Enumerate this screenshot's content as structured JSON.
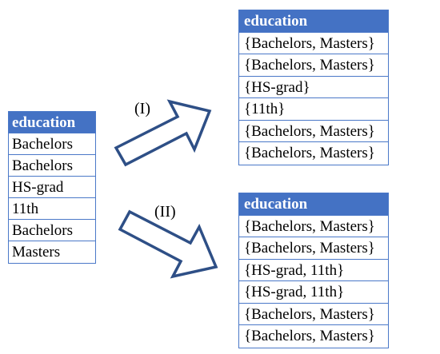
{
  "left_table": {
    "header": "education",
    "rows": [
      "Bachelors",
      "Bachelors",
      "HS-grad",
      "11th",
      "Bachelors",
      "Masters"
    ]
  },
  "arrow_labels": {
    "upper": "(I)",
    "lower": "(II)"
  },
  "top_table": {
    "header": "education",
    "rows": [
      "{Bachelors, Masters}",
      "{Bachelors, Masters}",
      "{HS-grad}",
      "{11th}",
      "{Bachelors, Masters}",
      "{Bachelors, Masters}"
    ]
  },
  "bottom_table": {
    "header": "education",
    "rows": [
      "{Bachelors, Masters}",
      "{Bachelors, Masters}",
      "{HS-grad, 11th}",
      "{HS-grad, 11th}",
      "{Bachelors, Masters}",
      "{Bachelors, Masters}"
    ]
  },
  "colors": {
    "header_bg": "#4472c4",
    "border": "#4a78c8",
    "arrow_stroke": "#2e4f86"
  }
}
